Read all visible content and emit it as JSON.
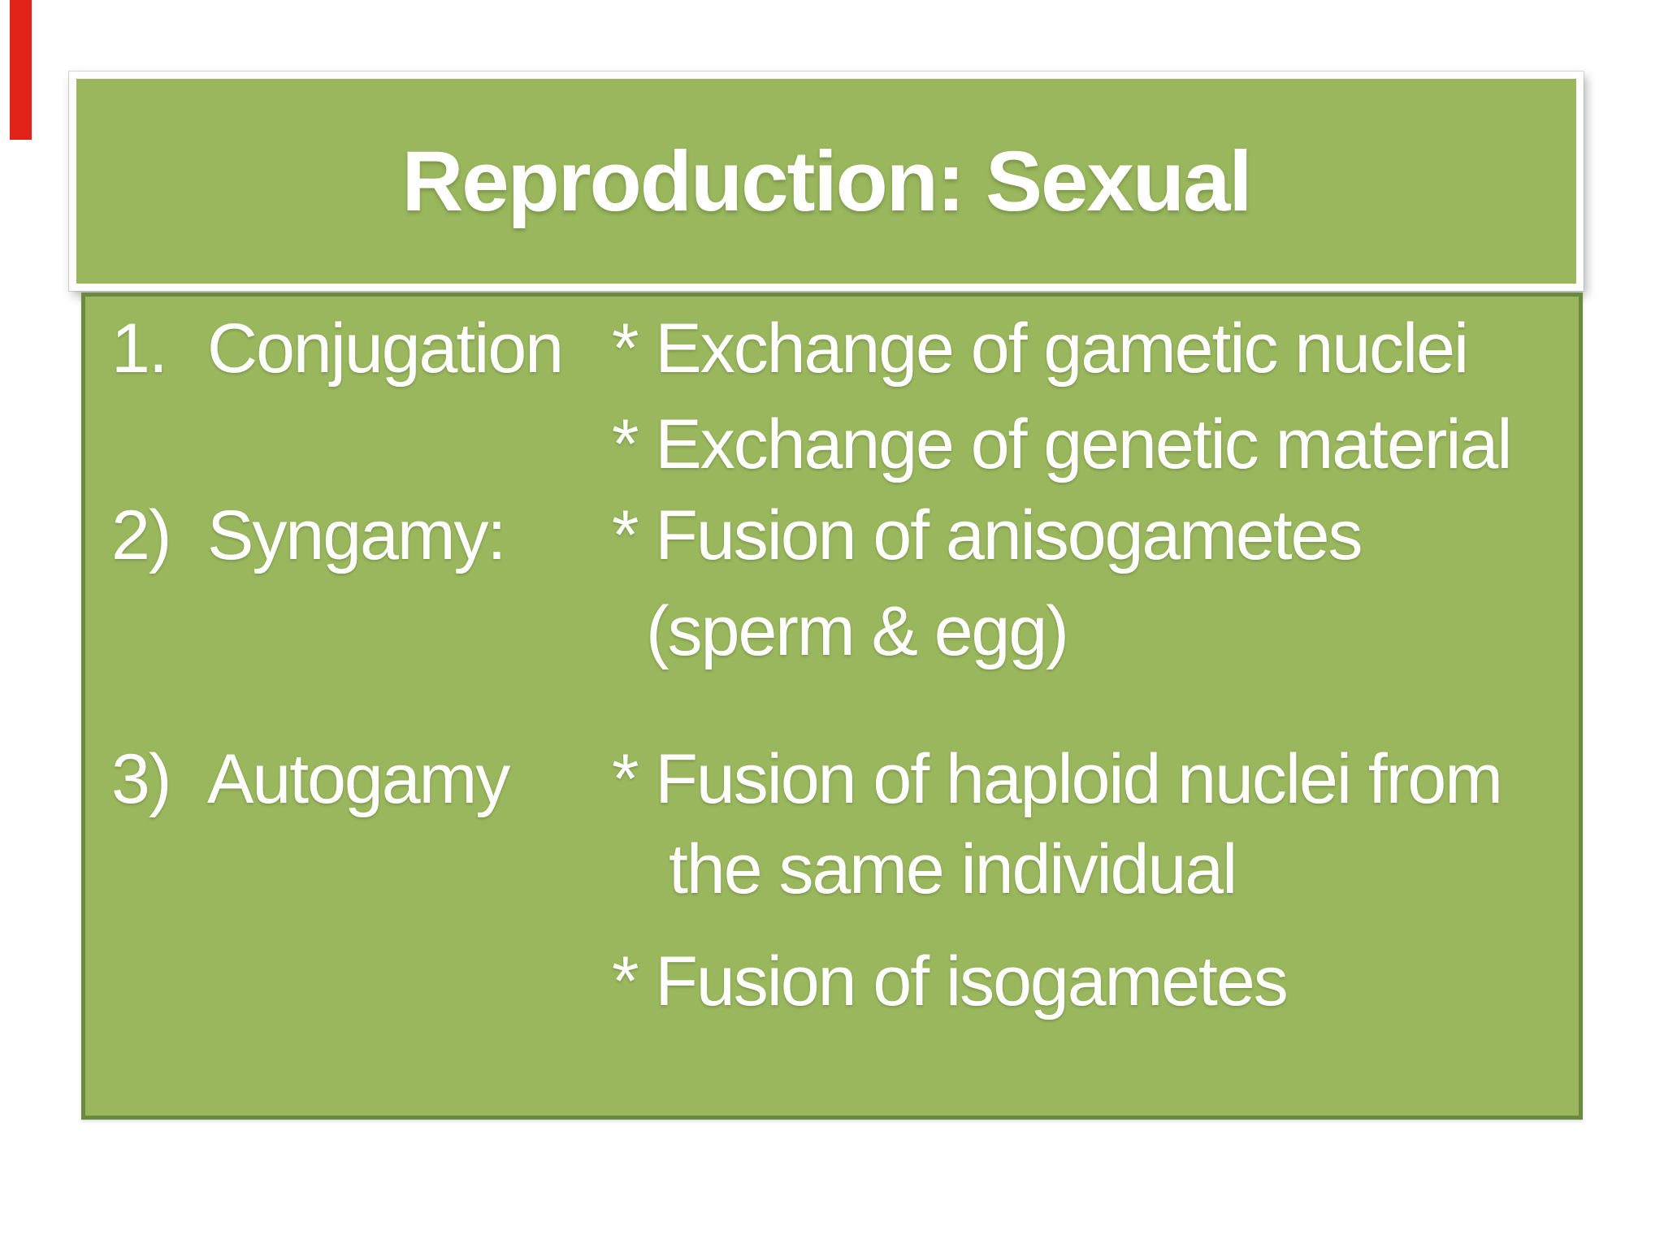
{
  "slide": {
    "title": "Reproduction: Sexual",
    "colors": {
      "background": "#ffffff",
      "box_fill": "#9ab75e",
      "box_border": "#6b8a41",
      "title_frame": "#fefefe",
      "accent_bar": "#e2231a",
      "text": "#ffffff"
    },
    "lines": [
      {
        "num": "1.",
        "label": "Conjugation",
        "desc": "* Exchange of gametic nuclei"
      },
      {
        "num": "",
        "label": "",
        "desc": "* Exchange of genetic material"
      },
      {
        "num": "2)",
        "label": "Syngamy:",
        "desc": "* Fusion of anisogametes"
      },
      {
        "num": "",
        "label": "",
        "desc": "(sperm & egg)"
      },
      {
        "num": "3)",
        "label": "Autogamy",
        "desc": "* Fusion of haploid nuclei from"
      },
      {
        "num": "",
        "label": "",
        "desc": "the same individual"
      },
      {
        "num": "",
        "label": "",
        "desc": "* Fusion of isogametes"
      }
    ]
  }
}
